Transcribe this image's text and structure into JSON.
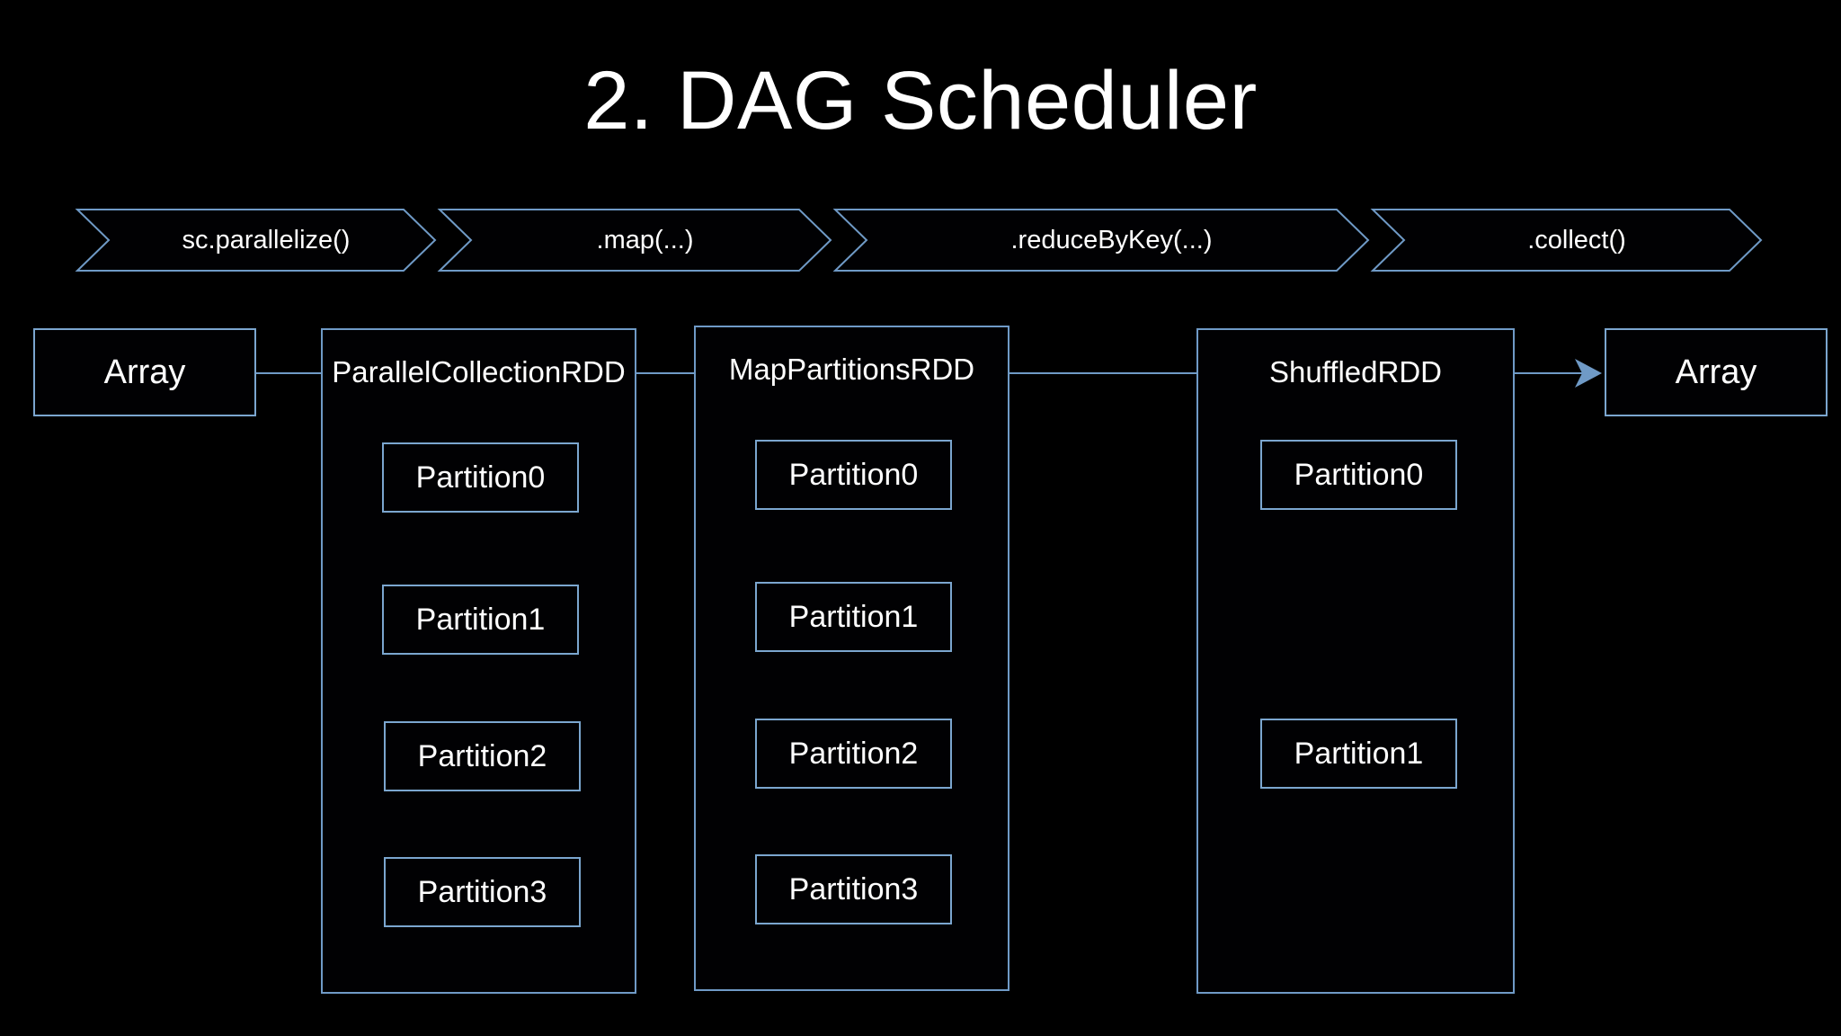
{
  "slide": {
    "title": "2. DAG Scheduler",
    "background_color": "#000000",
    "accent_color": "#7ba6cf",
    "text_color": "#ffffff"
  },
  "stage_bar": {
    "stages": [
      {
        "label": "sc.parallelize()"
      },
      {
        "label": ".map(...)"
      },
      {
        "label": ".reduceByKey(...)"
      },
      {
        "label": ".collect()"
      }
    ]
  },
  "source": {
    "label": "Array"
  },
  "result": {
    "label": "Array"
  },
  "rdds": [
    {
      "name": "ParallelCollectionRDD",
      "partitions": [
        {
          "label": "Partition0"
        },
        {
          "label": "Partition1"
        },
        {
          "label": "Partition2"
        },
        {
          "label": "Partition3"
        }
      ]
    },
    {
      "name": "MapPartitionsRDD",
      "partitions": [
        {
          "label": "Partition0"
        },
        {
          "label": "Partition1"
        },
        {
          "label": "Partition2"
        },
        {
          "label": "Partition3"
        }
      ]
    },
    {
      "name": "ShuffledRDD",
      "partitions": [
        {
          "label": "Partition0"
        },
        {
          "label": "Partition1"
        }
      ]
    }
  ]
}
